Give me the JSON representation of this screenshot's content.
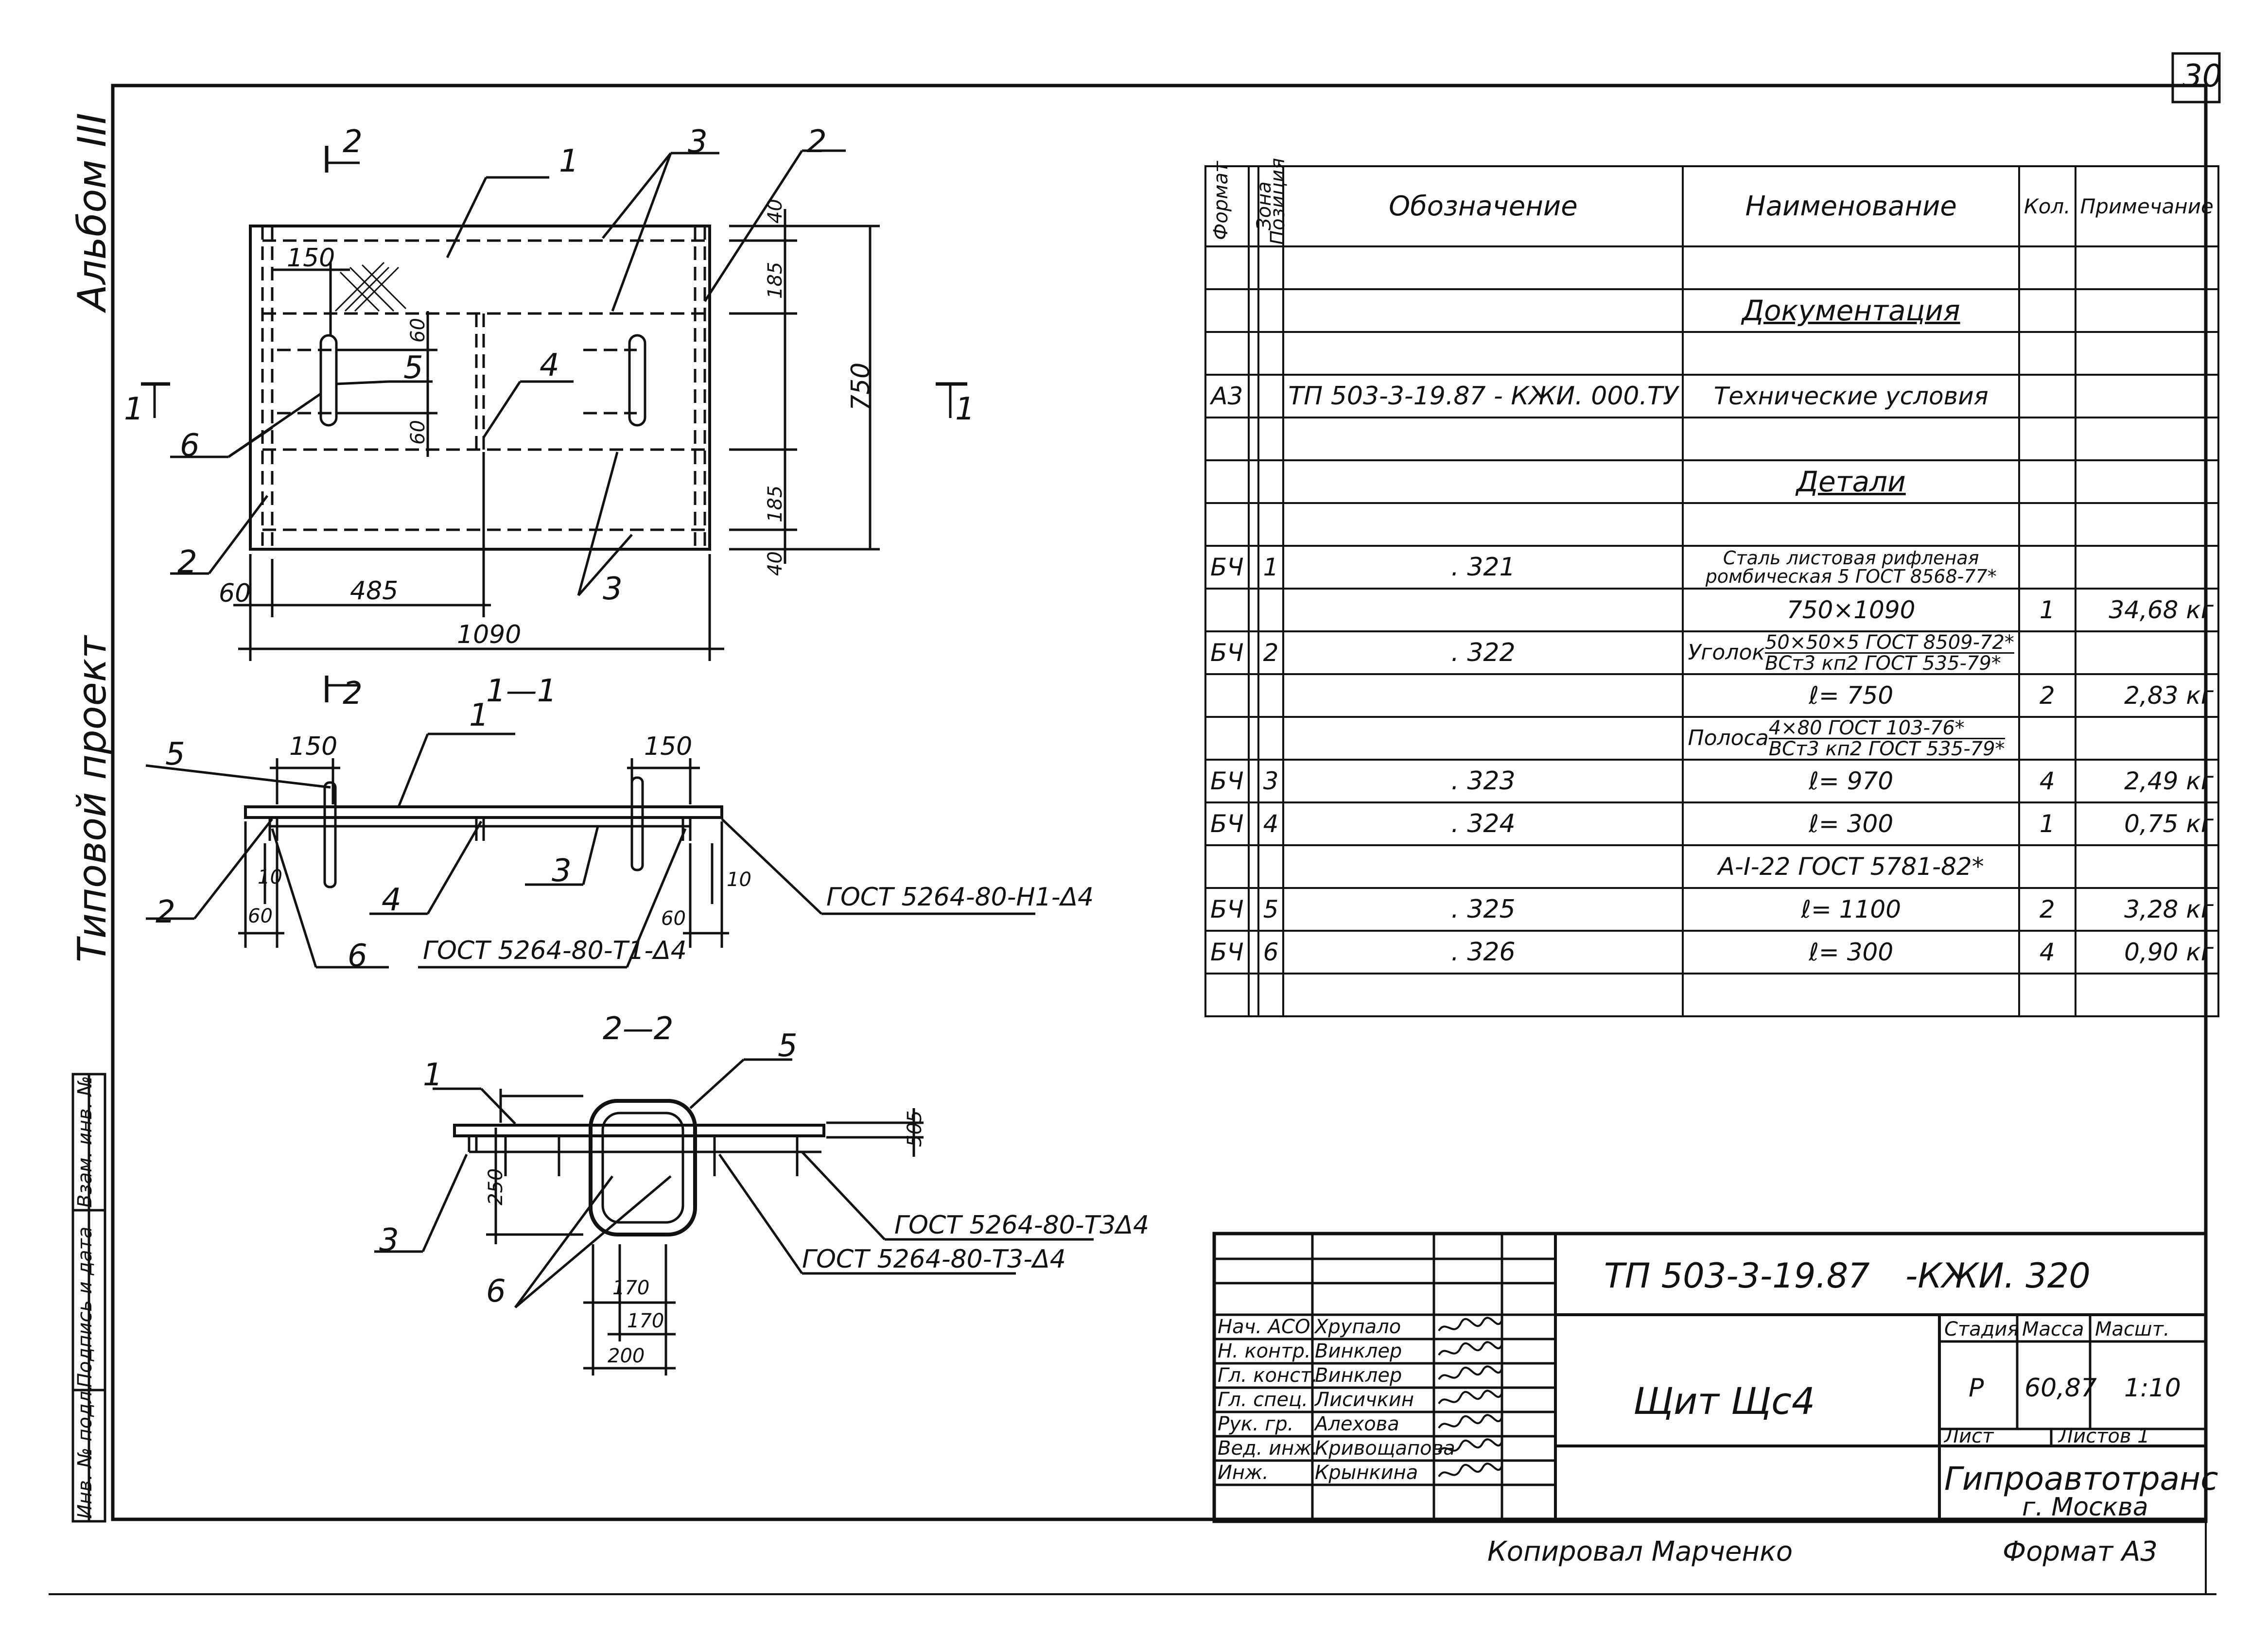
{
  "sheet": {
    "page_number": "30",
    "album_label": "Альбом III",
    "typical_project_label": "Типовой проект",
    "copied_by": "Копировал Марченко",
    "format": "Формат А3"
  },
  "side_block": {
    "inv_podl": "Инв. № подл.",
    "podpis_data": "Подпись и дата",
    "vzam_inv": "Взам. инв. №"
  },
  "plan_view": {
    "section_markers": {
      "s1_left": "1",
      "s1_right": "1",
      "s2_top": "2",
      "s2_bottom": "2"
    },
    "positions": {
      "p1": "1",
      "p2_top": "2",
      "p3_top": "3",
      "p4": "4",
      "p5": "5",
      "p6": "6",
      "p2_bottom": "2",
      "p3_bottom": "3"
    },
    "dims": {
      "d150": "150",
      "d60a": "60",
      "d60b": "60",
      "d40top": "40",
      "d185top": "185",
      "d750": "750",
      "d185bot": "185",
      "d40bot": "40",
      "d60left": "60",
      "d485": "485",
      "d1090": "1090"
    }
  },
  "section_1_1": {
    "title": "1—1",
    "dims": {
      "d150l": "150",
      "d150r": "150",
      "d10l": "10",
      "d60l": "60",
      "d10r": "10",
      "d60r": "60"
    },
    "positions": {
      "p1": "1",
      "p2": "2",
      "p3": "3",
      "p4": "4",
      "p5": "5",
      "p6": "6"
    },
    "welds": {
      "w1": "ГОСТ 5264-80-Н1-Δ4",
      "w2": "ГОСТ 5264-80-Т1-Δ4"
    }
  },
  "section_2_2": {
    "title": "2—2",
    "dims": {
      "d50": "50",
      "d5": "5",
      "d250": "250",
      "d170a": "170",
      "d170b": "170",
      "d200": "200"
    },
    "positions": {
      "p1": "1",
      "p3": "3",
      "p5": "5",
      "p6": "6"
    },
    "welds": {
      "w1": "ГОСТ 5264-80-Т3Δ4",
      "w2": "ГОСТ 5264-80-Т3-Δ4"
    }
  },
  "spec_table": {
    "headers": {
      "format": "Формат",
      "zone": "Зона",
      "pos": "Позиция",
      "designation": "Обозначение",
      "name": "Наименование",
      "qty": "Кол.",
      "note": "Примечание"
    },
    "rows": [
      {
        "fmt": "",
        "zone": "",
        "pos": "",
        "des": "",
        "name": "",
        "qty": "",
        "note": ""
      },
      {
        "fmt": "",
        "zone": "",
        "pos": "",
        "des": "",
        "name": "Документация",
        "qty": "",
        "note": "",
        "heading": true
      },
      {
        "fmt": "",
        "zone": "",
        "pos": "",
        "des": "",
        "name": "",
        "qty": "",
        "note": ""
      },
      {
        "fmt": "А3",
        "zone": "",
        "pos": "",
        "des": "ТП 503-3-19.87 - КЖИ. 000.ТУ",
        "name": "Технические условия",
        "qty": "",
        "note": ""
      },
      {
        "fmt": "",
        "zone": "",
        "pos": "",
        "des": "",
        "name": "",
        "qty": "",
        "note": ""
      },
      {
        "fmt": "",
        "zone": "",
        "pos": "",
        "des": "",
        "name": "Детали",
        "qty": "",
        "note": "",
        "heading": true
      },
      {
        "fmt": "",
        "zone": "",
        "pos": "",
        "des": "",
        "name": "",
        "qty": "",
        "note": ""
      },
      {
        "fmt": "БЧ",
        "zone": "",
        "pos": "1",
        "des": ". 321",
        "name": "Сталь листовая рифленая ромбическая 5 ГОСТ 8568-77*",
        "qty": "",
        "note": ""
      },
      {
        "fmt": "",
        "zone": "",
        "pos": "",
        "des": "",
        "name": "750×1090",
        "qty": "1",
        "note": "34,68 кг"
      },
      {
        "fmt": "БЧ",
        "zone": "",
        "pos": "2",
        "des": ". 322",
        "name_prefix": "Уголок",
        "name_top": "50×50×5 ГОСТ 8509-72*",
        "name_bot": "ВСт3 кп2 ГОСТ 535-79*",
        "qty": "",
        "note": ""
      },
      {
        "fmt": "",
        "zone": "",
        "pos": "",
        "des": "",
        "name": "ℓ= 750",
        "qty": "2",
        "note": "2,83 кг"
      },
      {
        "fmt": "",
        "zone": "",
        "pos": "",
        "des": "",
        "name_prefix": "Полоса",
        "name_top": "4×80 ГОСТ 103-76*",
        "name_bot": "ВСт3 кп2 ГОСТ 535-79*",
        "qty": "",
        "note": ""
      },
      {
        "fmt": "БЧ",
        "zone": "",
        "pos": "3",
        "des": ". 323",
        "name": "ℓ= 970",
        "qty": "4",
        "note": "2,49 кг"
      },
      {
        "fmt": "БЧ",
        "zone": "",
        "pos": "4",
        "des": ". 324",
        "name": "ℓ= 300",
        "qty": "1",
        "note": "0,75 кг"
      },
      {
        "fmt": "",
        "zone": "",
        "pos": "",
        "des": "",
        "name": "А-I-22 ГОСТ 5781-82*",
        "qty": "",
        "note": ""
      },
      {
        "fmt": "БЧ",
        "zone": "",
        "pos": "5",
        "des": ". 325",
        "name": "ℓ= 1100",
        "qty": "2",
        "note": "3,28 кг"
      },
      {
        "fmt": "БЧ",
        "zone": "",
        "pos": "6",
        "des": ". 326",
        "name": "ℓ= 300",
        "qty": "4",
        "note": "0,90 кг"
      },
      {
        "fmt": "",
        "zone": "",
        "pos": "",
        "des": "",
        "name": "",
        "qty": "",
        "note": ""
      }
    ]
  },
  "title_block": {
    "doc_code": "ТП 503-3-19.87",
    "doc_suffix": "-КЖИ. 320",
    "item_title": "Щит Щс4",
    "stage_label": "Стадия",
    "mass_label": "Масса",
    "scale_label": "Масшт.",
    "stage": "Р",
    "mass": "60,87",
    "scale": "1:10",
    "sheet_label": "Лист",
    "sheets_label": "Листов 1",
    "org": "Гипроавтотранс",
    "city": "г. Москва",
    "signers": [
      {
        "role": "Нач. АСО",
        "name": "Хрупало"
      },
      {
        "role": "Н. контр.",
        "name": "Винклер"
      },
      {
        "role": "Гл. конст.",
        "name": "Винклер"
      },
      {
        "role": "Гл. спец.",
        "name": "Лисичкин"
      },
      {
        "role": "Рук. гр.",
        "name": "Алехова"
      },
      {
        "role": "Вед. инж.",
        "name": "Кривощапова"
      },
      {
        "role": "Инж.",
        "name": "Крынкина"
      }
    ]
  }
}
